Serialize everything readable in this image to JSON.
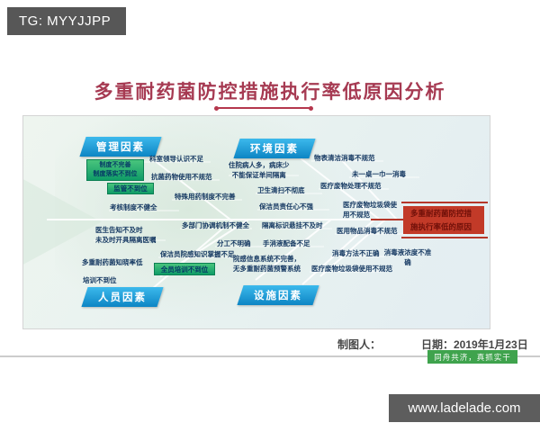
{
  "window": {
    "badge": "TG: MYYJJPP",
    "website": "www.ladelade.com"
  },
  "title": {
    "text": "多重耐药菌防控措施执行率低原因分析"
  },
  "diagram": {
    "head": {
      "text": "多重耐药菌防控措施执行率低的原因"
    },
    "categories": {
      "management": "管理因素",
      "environment": "环境因素",
      "personnel": "人员因素",
      "facility": "设施因素"
    },
    "highlights": {
      "h1": "制度不完善\n制度落实不到位",
      "h2": "监管不到位",
      "h3": "全员培训不到位"
    },
    "causes": {
      "m1": "科室领导认识不足",
      "m2": "抗菌药物使用不规范",
      "m3": "特殊用药制度不完善",
      "m4": "考核制度不健全",
      "e1": "住院病人多，病床少\n不能保证单间隔离",
      "e2": "卫生清扫不彻底",
      "e3": "保洁员责任心不强",
      "e4": "物表清洁消毒不规范",
      "e5": "未一桌一巾一消毒",
      "e6": "医疗废物处理不规范",
      "e7": "医疗废物垃圾袋使用不规范",
      "p1": "医生告知不及时\n未及时开具隔离医嘱",
      "p2": "多重耐药菌知晓率低",
      "p3": "培训不到位",
      "p4": "多部门协调机制不健全",
      "p5": "分工不明确",
      "p6": "保洁员院感知识掌握不足",
      "f1": "隔离标识悬挂不及时",
      "f2": "手消液配备不足",
      "f3": "院感信息系统不完善，\n无多重耐药菌预警系统",
      "f4": "医用物品消毒不规范",
      "f5": "消毒方法不正确",
      "f6": "消毒液浓度不准确",
      "f7": "医疗废物垃圾袋使用不规范"
    }
  },
  "footer": {
    "creator_label": "制图人：",
    "date": "日期：2019年1月23日",
    "slogan": "同舟共济，真抓实干"
  },
  "colors": {
    "title_red": "#a63a52",
    "category_blue": "#0d85c4",
    "highlight_green": "#0f9c68",
    "head_red": "#c23a28",
    "slogan_green": "#3fa34d",
    "bar_gray": "#575757"
  }
}
